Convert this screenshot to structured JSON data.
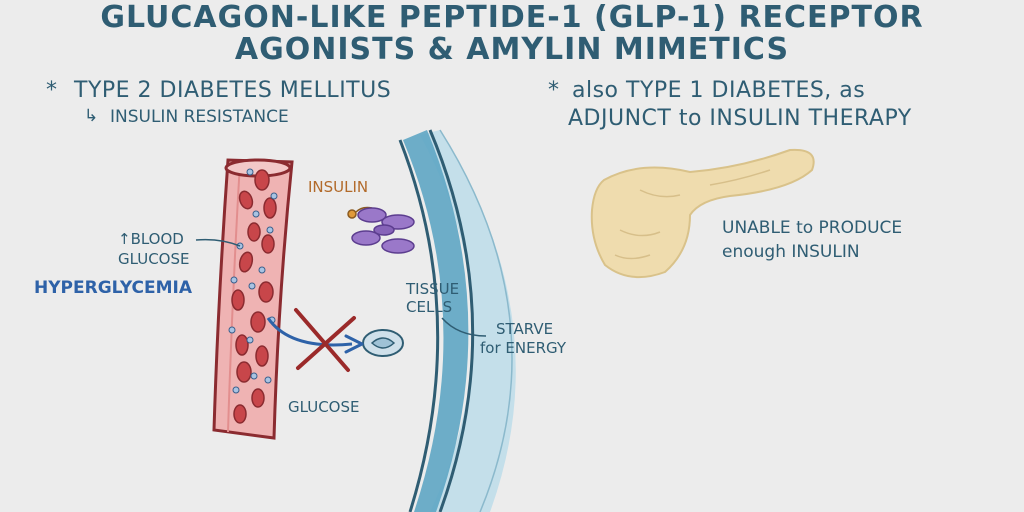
{
  "title": {
    "line1": "GLUCAGON-LIKE PEPTIDE-1 (GLP-1) RECEPTOR",
    "line2": "AGONISTS & AMYLIN MIMETICS"
  },
  "left": {
    "bullet": "*",
    "heading": "TYPE 2 DIABETES MELLITUS",
    "sub_arrow": "↳",
    "sub": "INSULIN RESISTANCE"
  },
  "labels": {
    "blood_glucose_line1": "↑BLOOD",
    "blood_glucose_line2": "GLUCOSE",
    "hyperglycemia": "HYPERGLYCEMIA",
    "insulin": "INSULIN",
    "tissue_line1": "TISSUE",
    "tissue_line2": "CELLS",
    "starve_line1": "STARVE",
    "starve_line2": "for ENERGY",
    "glucose": "GLUCOSE"
  },
  "right": {
    "bullet": "*",
    "heading_line1": "also TYPE 1 DIABETES, as",
    "heading_line2": "ADJUNCT to INSULIN THERAPY",
    "pancreas_line1": "UNABLE to PRODUCE",
    "pancreas_line2": "enough INSULIN"
  },
  "colors": {
    "title": "#2f5d73",
    "accent_blue": "#2e62a8",
    "vessel": "#e9a6a6",
    "rbc": "#c8464a",
    "cell_membrane": "#5fa6c4",
    "tissue": "#c4dfea",
    "receptor": "#9a78c9",
    "cross": "#9b2a2a",
    "pancreas": "#efdcae"
  },
  "icons": [
    "blood-vessel-illustration",
    "tissue-cell-illustration",
    "insulin-receptor-icon",
    "glucose-transporter-icon",
    "blocked-cross-icon",
    "pancreas-illustration"
  ]
}
